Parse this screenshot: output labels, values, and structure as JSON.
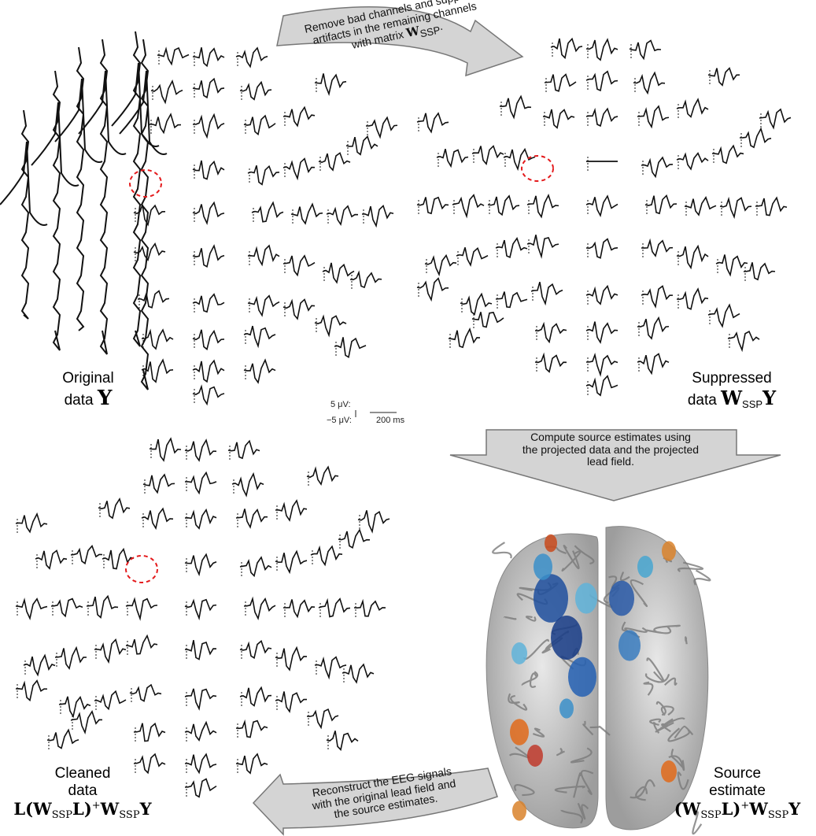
{
  "arrows": {
    "top": {
      "line1": "Remove bad channels and suppress",
      "line2": "artifacts in the remaining channels",
      "line3_prefix": "with matrix ",
      "line3_math": "W",
      "line3_sub": "SSP",
      "line3_suffix": "."
    },
    "right": {
      "line1": "Compute source estimates using",
      "line2": "the projected data and the projected",
      "line3": "lead field."
    },
    "bottom": {
      "line1": "Reconstruct the EEG signals",
      "line2": "with the original lead field and",
      "line3": "the source estimates."
    }
  },
  "panels": {
    "original": {
      "line1": "Original",
      "line2_text": "data ",
      "line2_math": "Y"
    },
    "suppressed": {
      "line1": "Suppressed",
      "line2_text": "data ",
      "math_W": "W",
      "math_sub": "SSP",
      "math_Y": "Y"
    },
    "cleaned": {
      "line1": "Cleaned",
      "line2": "data",
      "formula": {
        "a": "L(",
        "W": "W",
        "sub": "SSP",
        "b": "L)",
        "sup": "+",
        "W2": "W",
        "sub2": "SSP",
        "Y": "Y"
      }
    },
    "source": {
      "line1": "Source",
      "line2": "estimate",
      "formula": {
        "a": "(",
        "W": "W",
        "sub": "SSP",
        "b": "L)",
        "sup": "+",
        "W2": "W",
        "sub2": "SSP",
        "Y": "Y"
      }
    }
  },
  "scale_bar": {
    "top": "5 μV:",
    "bottom": "−5 μV:",
    "time": "200 ms"
  },
  "colors": {
    "arrow_fill": "#d4d4d4",
    "arrow_stroke": "#777777",
    "trace": "#111111",
    "marker": "#e41a1c",
    "brain": "#c9c9c9"
  }
}
